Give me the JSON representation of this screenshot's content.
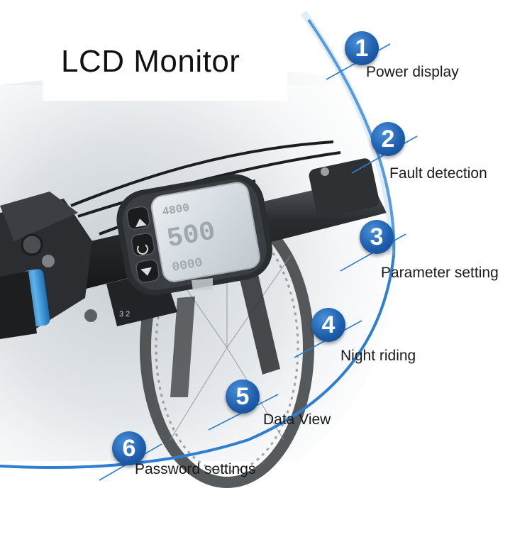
{
  "title": "LCD Monitor",
  "colors": {
    "accent": "#2f7fd1",
    "badge": "#1f5fae"
  },
  "features": [
    {
      "number": "1",
      "label": "Power display"
    },
    {
      "number": "2",
      "label": "Fault detection"
    },
    {
      "number": "3",
      "label": "Parameter setting"
    },
    {
      "number": "4",
      "label": "Night riding"
    },
    {
      "number": "5",
      "label": "Data View"
    },
    {
      "number": "6",
      "label": "Password settings"
    }
  ],
  "display_icons": [
    "up-arrow-icon",
    "power-icon",
    "down-arrow-icon"
  ]
}
